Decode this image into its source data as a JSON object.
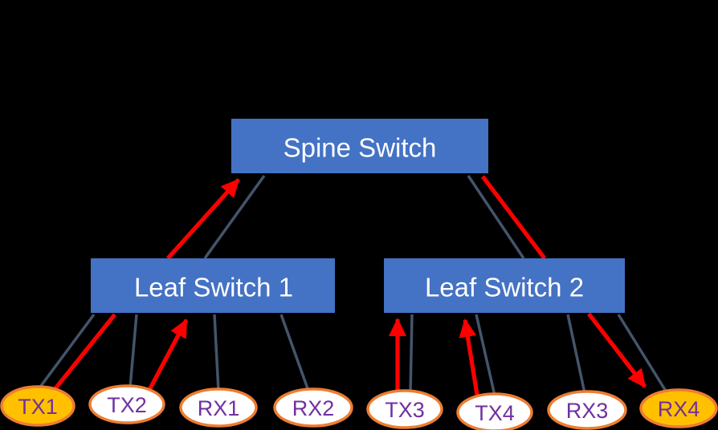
{
  "colors": {
    "background": "#000000",
    "switch_fill": "#4472C4",
    "switch_text": "#FFFFFF",
    "link_gray": "#44546A",
    "flow_red": "#FF0000",
    "endpoint_border": "#ED7D31",
    "endpoint_fill": "#FFFFFF",
    "endpoint_fill_highlight": "#FFC000",
    "endpoint_text": "#7030A0"
  },
  "switches": {
    "spine": {
      "label": "Spine Switch"
    },
    "leaf1": {
      "label": "Leaf Switch 1"
    },
    "leaf2": {
      "label": "Leaf Switch 2"
    }
  },
  "endpoints": {
    "tx1": {
      "label": "TX1",
      "highlighted": true
    },
    "tx2": {
      "label": "TX2",
      "highlighted": false
    },
    "rx1": {
      "label": "RX1",
      "highlighted": false
    },
    "rx2": {
      "label": "RX2",
      "highlighted": false
    },
    "tx3": {
      "label": "TX3",
      "highlighted": false
    },
    "tx4": {
      "label": "TX4",
      "highlighted": false
    },
    "rx3": {
      "label": "RX3",
      "highlighted": false
    },
    "rx4": {
      "label": "RX4",
      "highlighted": true
    }
  },
  "links": [
    {
      "from": "Spine Switch",
      "to": "Leaf Switch 1"
    },
    {
      "from": "Spine Switch",
      "to": "Leaf Switch 2"
    },
    {
      "from": "Leaf Switch 1",
      "to": "TX1"
    },
    {
      "from": "Leaf Switch 1",
      "to": "TX2"
    },
    {
      "from": "Leaf Switch 1",
      "to": "RX1"
    },
    {
      "from": "Leaf Switch 1",
      "to": "RX2"
    },
    {
      "from": "Leaf Switch 2",
      "to": "TX3"
    },
    {
      "from": "Leaf Switch 2",
      "to": "TX4"
    },
    {
      "from": "Leaf Switch 2",
      "to": "RX3"
    },
    {
      "from": "Leaf Switch 2",
      "to": "RX4"
    }
  ],
  "flows": [
    {
      "from": "TX1",
      "to": "Spine Switch",
      "via": "Leaf Switch 1"
    },
    {
      "from": "TX2",
      "to": "Leaf Switch 1"
    },
    {
      "from": "TX3",
      "to": "Leaf Switch 2"
    },
    {
      "from": "TX4",
      "to": "Leaf Switch 2"
    },
    {
      "from": "Spine Switch",
      "to": "RX4",
      "via": "Leaf Switch 2"
    }
  ]
}
